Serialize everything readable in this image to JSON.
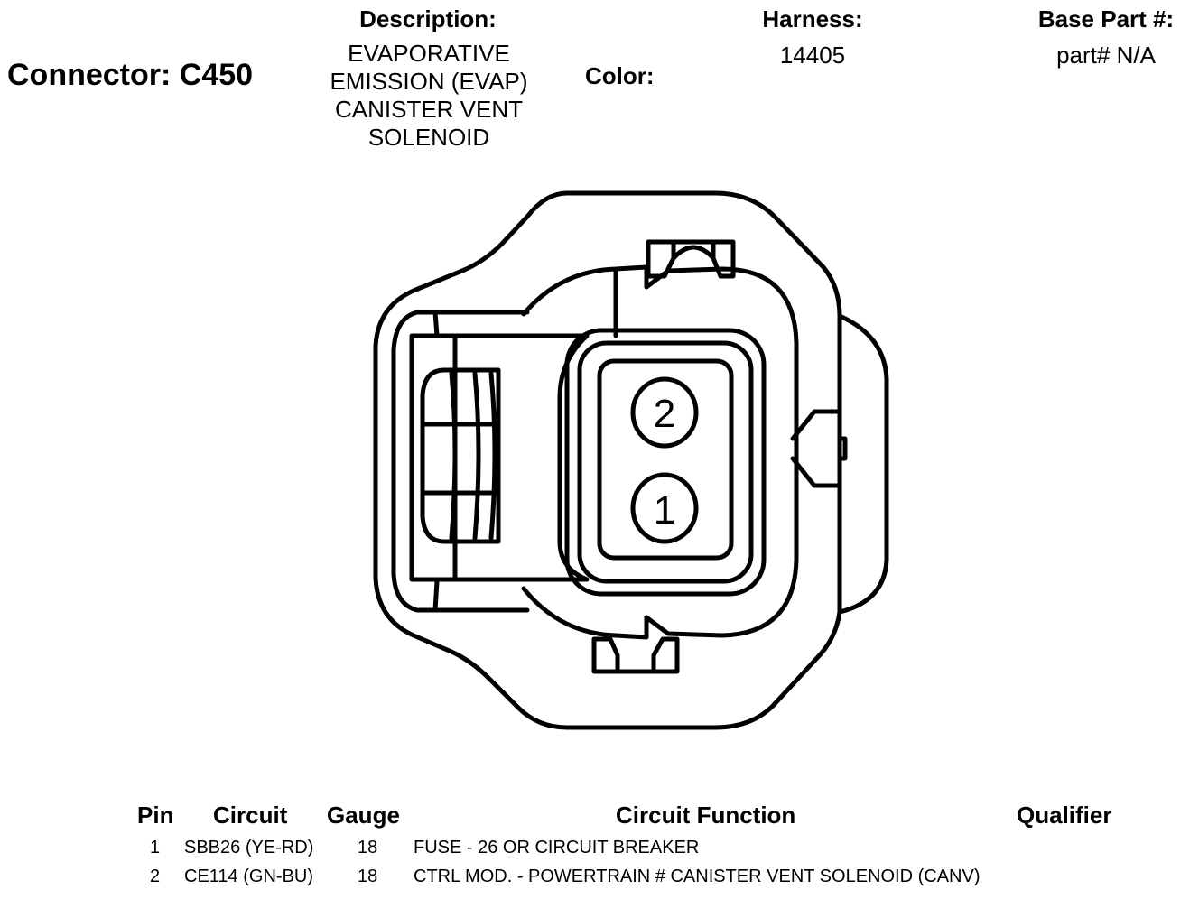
{
  "header": {
    "connector_title": "Connector: C450",
    "description_label": "Description:",
    "description_lines": [
      "EVAPORATIVE",
      "EMISSION (EVAP)",
      "CANISTER VENT",
      "SOLENOID"
    ],
    "color_label": "Color:",
    "harness_label": "Harness:",
    "harness_value": "14405",
    "base_part_label": "Base Part #:",
    "base_part_value": "part# N/A"
  },
  "connector": {
    "pin_labels": [
      "2",
      "1"
    ]
  },
  "table": {
    "columns": {
      "pin": "Pin",
      "circuit": "Circuit",
      "gauge": "Gauge",
      "function": "Circuit Function",
      "qualifier": "Qualifier"
    },
    "rows": [
      {
        "pin": "1",
        "circuit": "SBB26 (YE-RD)",
        "gauge": "18",
        "function": "FUSE - 26 OR CIRCUIT BREAKER",
        "qualifier": ""
      },
      {
        "pin": "2",
        "circuit": "CE114 (GN-BU)",
        "gauge": "18",
        "function": "CTRL MOD. - POWERTRAIN # CANISTER VENT SOLENOID (CANV)",
        "qualifier": ""
      }
    ]
  }
}
